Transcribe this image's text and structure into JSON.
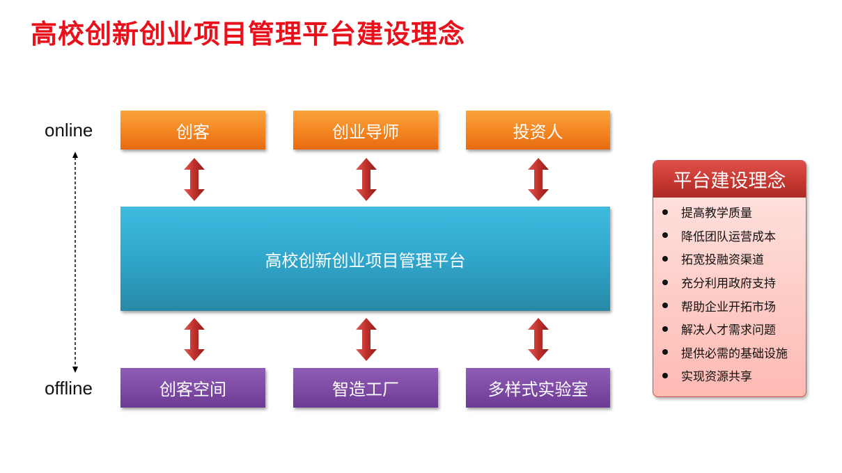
{
  "title": "高校创新创业项目管理平台建设理念",
  "axis": {
    "top_label": "online",
    "bottom_label": "offline"
  },
  "online_boxes": [
    "创客",
    "创业导师",
    "投资人"
  ],
  "platform_label": "高校创新创业项目管理平台",
  "offline_boxes": [
    "创客空间",
    "智造工厂",
    "多样式实验室"
  ],
  "principles": {
    "header": "平台建设理念",
    "items": [
      "提高教学质量",
      "降低团队运营成本",
      "拓宽投融资渠道",
      "充分利用政府支持",
      "帮助企业开拓市场",
      "解决人才需求问题",
      "提供必需的基础设施",
      "实现资源共享"
    ]
  },
  "colors": {
    "title": "#e8101a",
    "online": "#f48521",
    "platform": "#31a9cf",
    "offline": "#7d4aa4",
    "arrow": "#c0302b",
    "panel_header": "#c33630"
  }
}
